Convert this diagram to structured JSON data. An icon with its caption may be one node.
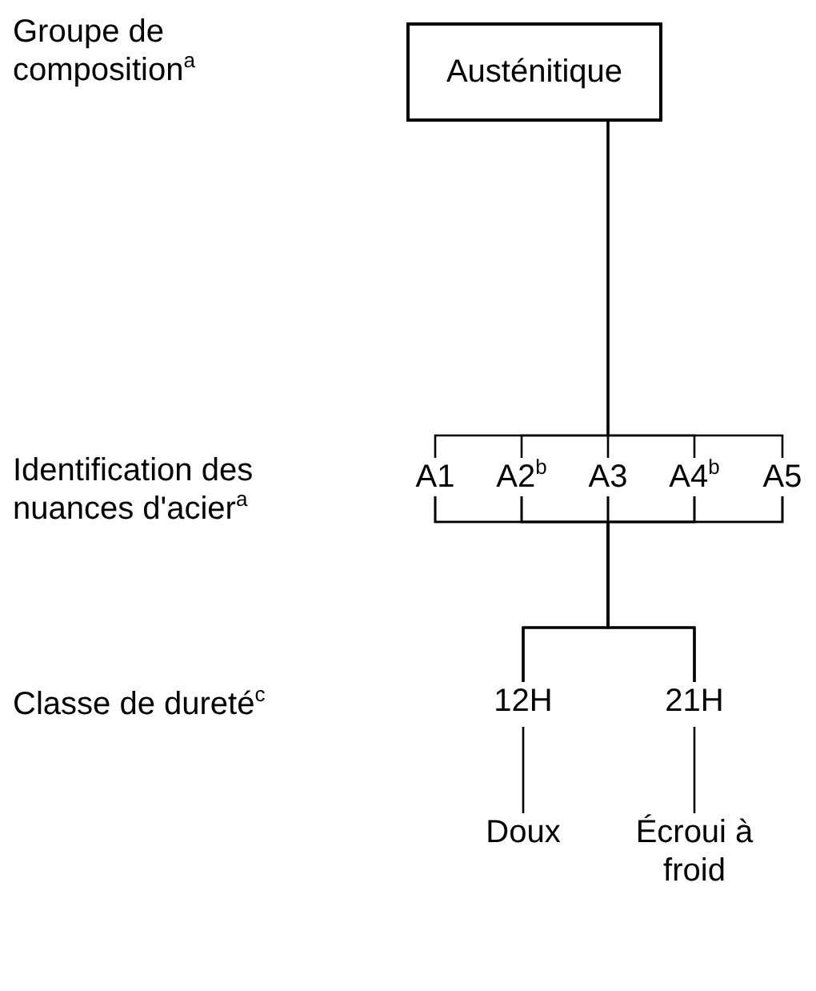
{
  "diagram": {
    "nodes": [
      {
        "text": [
          "Austénitique"
        ]
      },
      {
        "text": [
          "A1"
        ]
      },
      {
        "text": [
          "A2$^{b}$"
        ]
      },
      {
        "text": [
          "A3"
        ]
      },
      {
        "text": [
          "A4$^{b}$"
        ]
      },
      {
        "text": [
          "A5"
        ]
      },
      {
        "text": [
          "12H"
        ]
      },
      {
        "text": [
          "21H"
        ]
      },
      {
        "text": [
          "Doux"
        ]
      },
      {
        "text": [
          "Écroui à froid"
        ]
      }
    ],
    "edges": [
      {
        "from": 0,
        "to": 1,
        "arrow": "none"
      },
      {
        "from": 0,
        "to": 2,
        "arrow": "none"
      },
      {
        "from": 0,
        "to": 3,
        "arrow": "none"
      },
      {
        "from": 0,
        "to": 4,
        "arrow": "none"
      },
      {
        "from": 0,
        "to": 5,
        "arrow": "none"
      },
      {
        "from": 1,
        "to": 6,
        "arrow": "none"
      },
      {
        "from": 1,
        "to": 7,
        "arrow": "none"
      },
      {
        "from": 2,
        "to": 6,
        "arrow": "none"
      },
      {
        "from": 2,
        "to": 7,
        "arrow": "none"
      },
      {
        "from": 3,
        "to": 6,
        "arrow": "none"
      },
      {
        "from": 3,
        "to": 7,
        "arrow": "none"
      },
      {
        "from": 4,
        "to": 6,
        "arrow": "none"
      },
      {
        "from": 4,
        "to": 7,
        "arrow": "none"
      },
      {
        "from": 5,
        "to": 6,
        "arrow": "none"
      },
      {
        "from": 5,
        "to": 7,
        "arrow": "none"
      },
      {
        "from": 6,
        "to": 8,
        "arrow": "none"
      },
      {
        "from": 7,
        "to": 9,
        "arrow": "none"
      }
    ],
    "labels": [
      "Groupe de composition$^{a}$",
      "Identification des nuances d'acier$^{a}$",
      "Classe de dureté$^{c}$"
    ]
  }
}
